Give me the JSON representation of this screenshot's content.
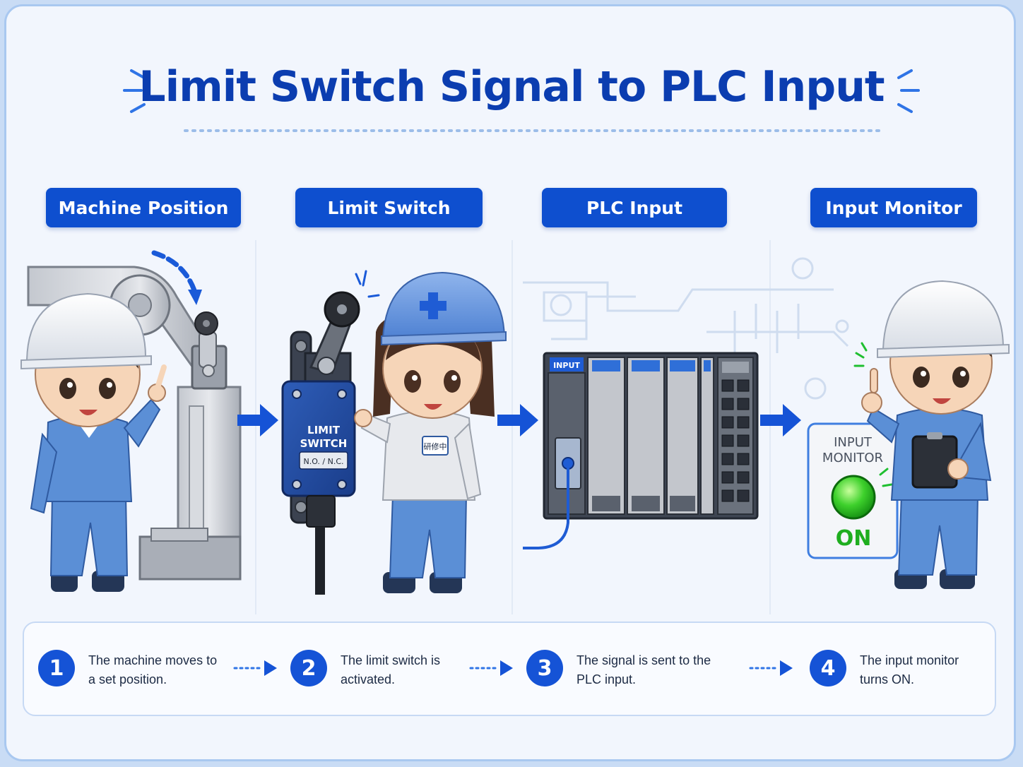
{
  "title": "Limit Switch Signal to PLC Input",
  "stages": [
    {
      "label": "Machine Position"
    },
    {
      "label": "Limit Switch"
    },
    {
      "label": "PLC Input"
    },
    {
      "label": "Input Monitor"
    }
  ],
  "switch_device": {
    "line1": "LIMIT",
    "line2": "SWITCH",
    "contacts": "N.O. / N.C."
  },
  "trainee_badge": "研修中",
  "plc_module_label": "INPUT",
  "monitor": {
    "line1": "INPUT",
    "line2": "MONITOR",
    "state": "ON"
  },
  "steps": [
    {
      "number": "1",
      "line1": "The machine moves to",
      "line2": "a set position."
    },
    {
      "number": "2",
      "line1": "The limit switch is",
      "line2": "activated."
    },
    {
      "number": "3",
      "line1": "The signal is sent to the",
      "line2": "PLC input."
    },
    {
      "number": "4",
      "line1": "The input monitor",
      "line2": "turns ON."
    }
  ],
  "colors": {
    "primary": "#0e4fcf",
    "title": "#0b3db0",
    "on_green": "#1fae1f",
    "uniform": "#5b8fd6"
  }
}
